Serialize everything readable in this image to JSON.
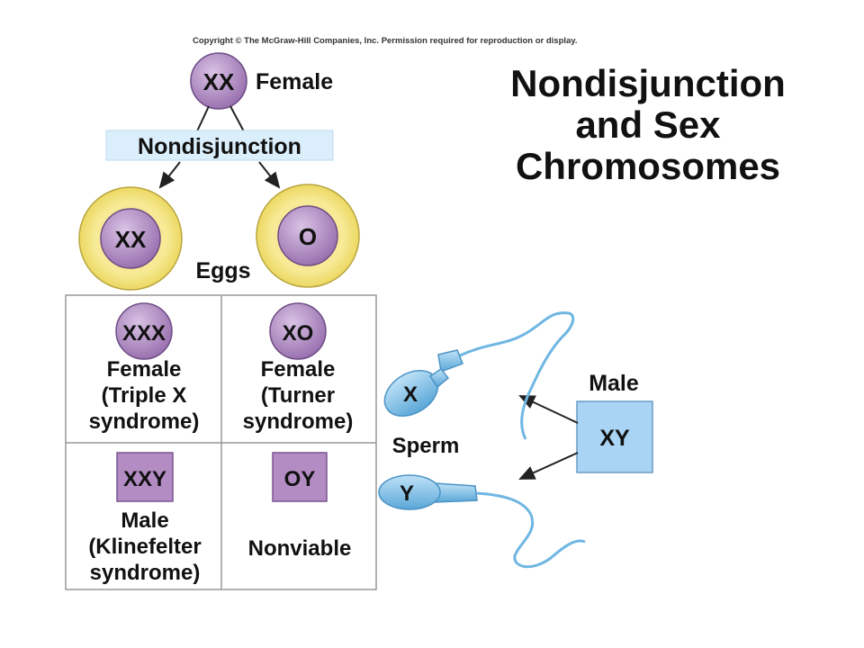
{
  "copyright": "Copyright © The McGraw-Hill Companies, Inc. Permission required for reproduction or display.",
  "title": {
    "line1": "Nondisjunction",
    "line2": "and Sex",
    "line3": "Chromosomes"
  },
  "parent": {
    "chromosomes": "XX",
    "label": "Female"
  },
  "process_label": "Nondisjunction",
  "eggs": {
    "label": "Eggs",
    "left": "XX",
    "right": "O"
  },
  "grid": {
    "top_left": {
      "karyotype": "XXX",
      "line1": "Female",
      "line2": "(Triple X",
      "line3": "syndrome)"
    },
    "top_right": {
      "karyotype": "XO",
      "line1": "Female",
      "line2": "(Turner",
      "line3": "syndrome)"
    },
    "bottom_left": {
      "karyotype": "XXY",
      "line1": "Male",
      "line2": "(Klinefelter",
      "line3": "syndrome)"
    },
    "bottom_right": {
      "karyotype": "OY",
      "line1": "Nonviable"
    }
  },
  "male": {
    "label": "Male",
    "chromosomes": "XY"
  },
  "sperm": {
    "label": "Sperm",
    "top": "X",
    "bottom": "Y"
  },
  "colors": {
    "nucleus": "#a57fb8",
    "egg_ring": "#f3e37a",
    "box_blue": "#a9d4f4",
    "sperm_blue": "#7dbfe6",
    "karyotype_box": "#b38cc4"
  }
}
